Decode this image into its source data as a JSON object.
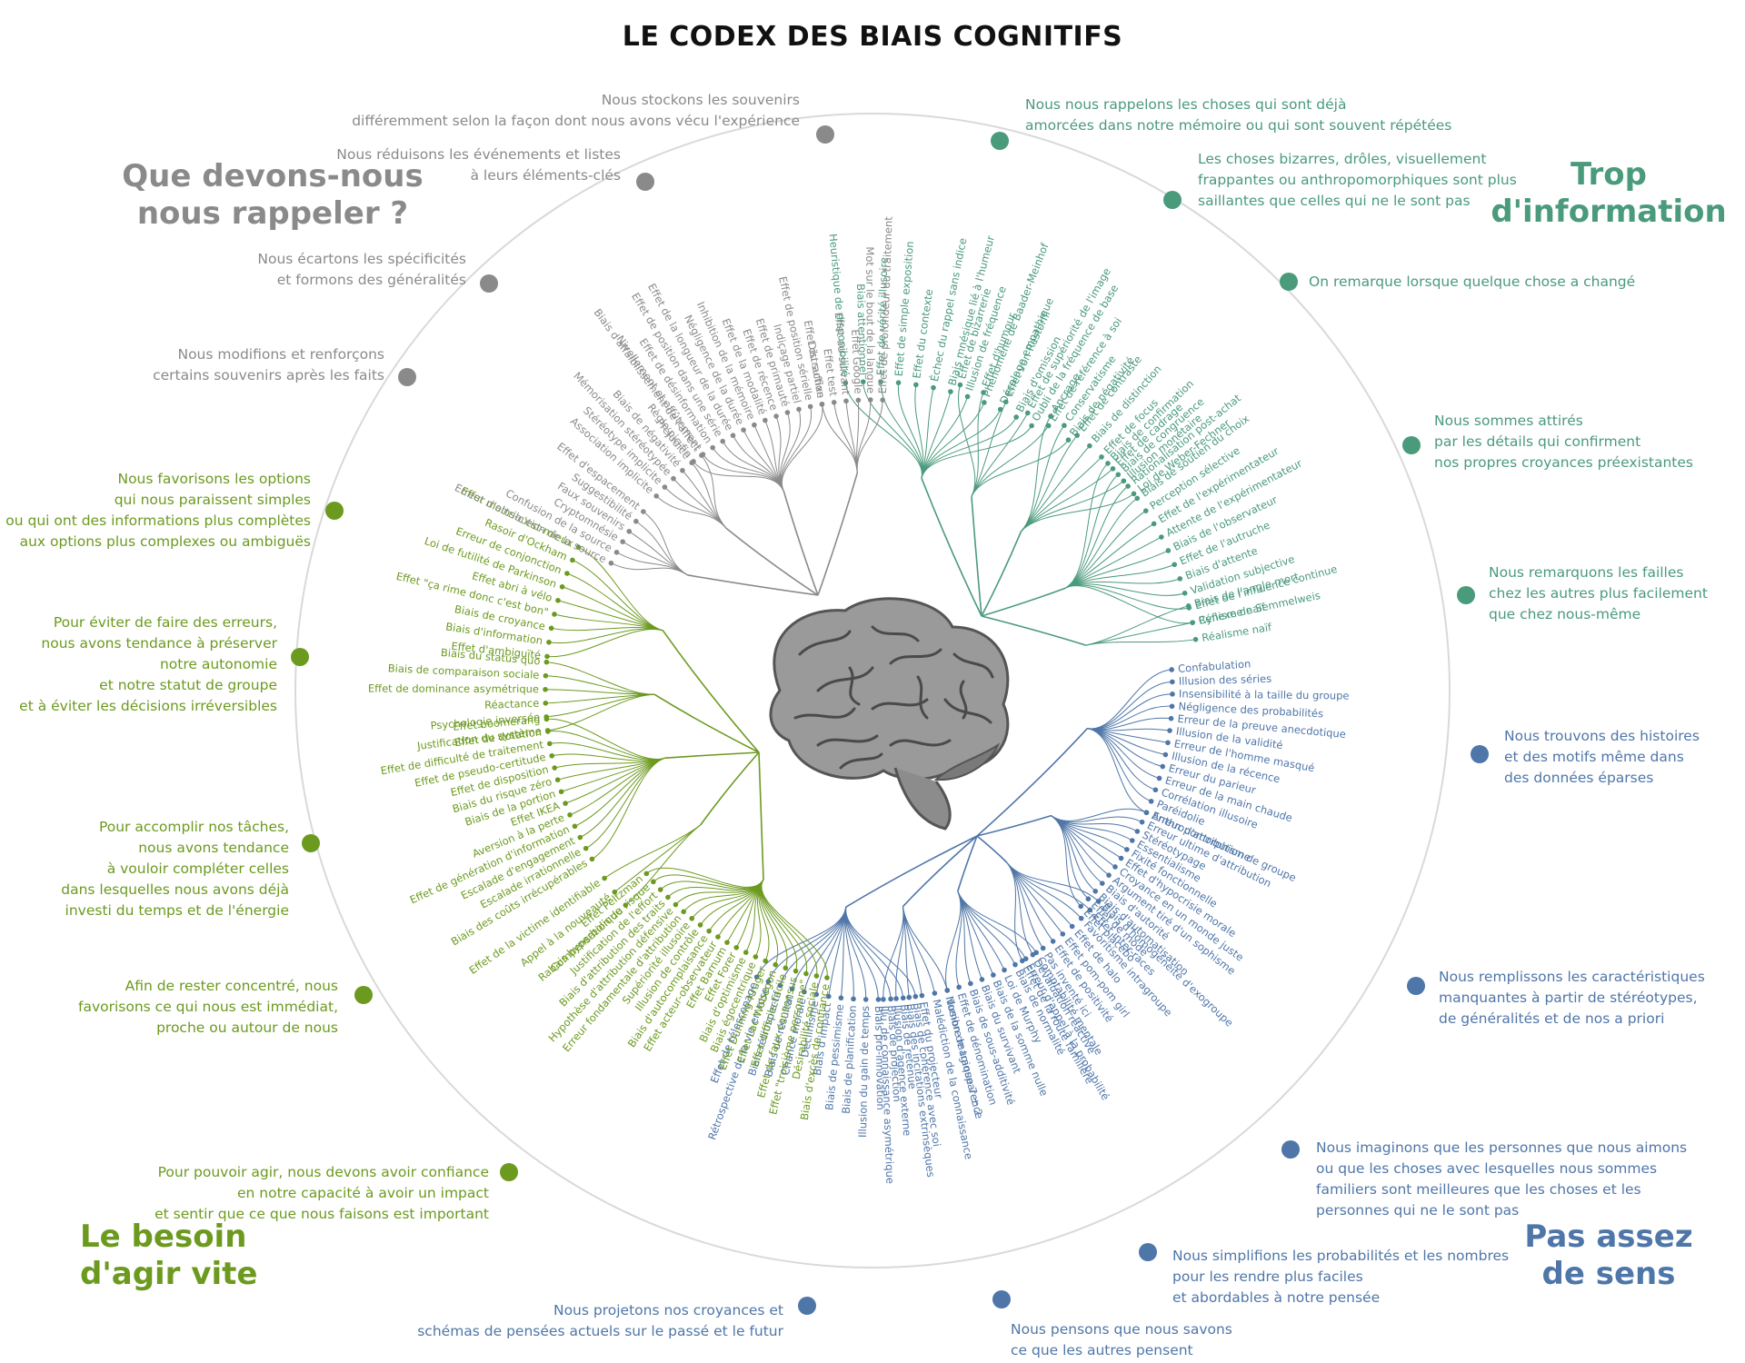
{
  "title": "LE CODEX DES BIAIS COGNITIFS",
  "colors": {
    "gray": "#8a8a8a",
    "teal": "#4a9a7c",
    "blue": "#4f76a8",
    "green": "#6c9a1f",
    "circle": "#d9d9d9"
  },
  "quadrants": [
    {
      "key": "gray",
      "title": [
        "Que devons-nous",
        "nous rappeler ?"
      ]
    },
    {
      "key": "teal",
      "title": [
        "Trop",
        "d'information"
      ]
    },
    {
      "key": "blue",
      "title": [
        "Pas assez",
        "de sens"
      ]
    },
    {
      "key": "green",
      "title": [
        "Le besoin",
        "d'agir vite"
      ]
    }
  ],
  "groups": [
    {
      "color": "teal",
      "lines": [
        "Nous nous rappelons les choses qui sont déjà",
        "amorcées dans notre mémoire ou qui sont souvent répétées"
      ],
      "items": [
        "Heuristique de disponibilité",
        "Biais attentionnel",
        "Effet de vérité illusoire",
        "Effet de simple exposition",
        "Effet du contexte",
        "Échec du rappel sans indice",
        "Biais mnésique lié à l'humeur",
        "Illusion de fréquence",
        "Phénomène de Baader-Meinhof",
        "Décalage empathique",
        "Biais d'omission",
        "Oubli de la fréquence de base"
      ]
    },
    {
      "color": "teal",
      "lines": [
        "Les choses bizarres, drôles, visuellement",
        "frappantes ou anthropomorphiques sont plus",
        "saillantes que celles qui ne le sont pas"
      ],
      "items": [
        "Effet de bizarrerie",
        "Effet d'humour",
        "Effet von Restorff",
        "Effet de supériorité de l'image",
        "Effet de référence à soi",
        "Biais de négativité"
      ]
    },
    {
      "color": "teal",
      "lines": [
        "On remarque lorsque quelque chose a changé"
      ],
      "items": [
        "Ancrage",
        "Conservatisme",
        "Effet de contraste",
        "Biais de distinction",
        "Effet de focus",
        "Effet de cadrage",
        "Illusion monétaire",
        "Loi de Weber-Fechner"
      ]
    },
    {
      "color": "teal",
      "lines": [
        "Nous sommes attirés",
        "par les détails qui confirment",
        "nos propres croyances préexistantes"
      ],
      "items": [
        "Biais de confirmation",
        "Biais de congruence",
        "Rationalisation post-achat",
        "Biais de soutien du choix",
        "Perception sélective",
        "Effet de l'expérimentateur",
        "Attente de l'expérimentateur",
        "Biais de l'observateur",
        "Effet de l'autruche",
        "Biais d'attente",
        "Validation subjective",
        "Effet de l'influence continue",
        "Réflexe de Semmelweis"
      ]
    },
    {
      "color": "teal",
      "lines": [
        "Nous remarquons les failles",
        "chez les autres plus facilement",
        "que chez nous-même"
      ],
      "items": [
        "Biais de l'angle mort",
        "Cynisme naïf",
        "Réalisme naïf"
      ]
    },
    {
      "color": "blue",
      "lines": [
        "Nous trouvons des histoires",
        "et des motifs même dans",
        "des données éparses"
      ],
      "items": [
        "Confabulation",
        "Illusion des séries",
        "Insensibilité à la taille du groupe",
        "Négligence des probabilités",
        "Erreur de la preuve anecdotique",
        "Illusion de la validité",
        "Erreur de l'homme masqué",
        "Illusion de la récence",
        "Erreur du parieur",
        "Erreur de la main chaude",
        "Corrélation illusoire",
        "Paréidolie",
        "Anthropomorphisme"
      ]
    },
    {
      "color": "blue",
      "lines": [
        "Nous remplissons les caractéristiques",
        "manquantes à partir de stéréotypes,",
        "de généralités et de nos a priori"
      ],
      "items": [
        "Erreur d'attribution de groupe",
        "Erreur ultime d'attribution",
        "Stéréotypage",
        "Essentialisme",
        "Fixité fonctionnelle",
        "Effet d'hypocrisie morale",
        "Croyance en un monde juste",
        "Argument tiré d'un sophisme",
        "Biais d'autorité",
        "Biais d'automatisation",
        "Effet de mode",
        "Effet placebo"
      ]
    },
    {
      "color": "blue",
      "lines": [
        "Nous imaginons que les personnes que nous aimons",
        "ou que les choses avec lesquelles nous sommes",
        "familiers sont meilleures que les choses et les",
        "personnes qui ne le sont pas"
      ],
      "items": [
        "Biais d'homogénéité d'exogroupe",
        "Effet inter-races",
        "Favoritisme intragroupe",
        "Effet de halo",
        "Effet pom-pom girl",
        "Effet de positivité",
        "Pas inventé ici",
        "Dévaluation réactive",
        "Effet de la route familière"
      ]
    },
    {
      "color": "blue",
      "lines": [
        "Nous simplifions les probabilités et les nombres",
        "pour les rendre plus faciles",
        "et abordables à notre pensée"
      ],
      "items": [
        "Comptabilité mentale",
        "Erreur d'appel à la probabilité",
        "Biais de normalité",
        "Loi de Murphy",
        "Biais de la somme nulle",
        "Biais du survivant",
        "Biais de sous-additivité",
        "Effet de dénomination",
        "Nombre magique 7 ± 2"
      ]
    },
    {
      "color": "blue",
      "lines": [
        "Nous pensons que nous savons",
        "ce que les autres pensent"
      ],
      "items": [
        "Illusion de transparence",
        "Malédiction de la connaissance",
        "Effet du projecteur",
        "Biais des incitations extrinsèques",
        "Illusion d'agence externe",
        "Illu. de connaissance asymétrique"
      ]
    },
    {
      "color": "blue",
      "lines": [
        "Nous projetons nos croyances et",
        "schémas de pensées actuels sur le passé et le futur"
      ],
      "items": [
        "Biais de cohérence avec soi",
        "Biais de retenue",
        "Biais de projection",
        "Biais pro-innovation",
        "Illusion du gain de temps",
        "Biais de planification",
        "Biais de pessimisme",
        "Biais d'impact",
        "Déclinisme",
        "Chance morale",
        "Biais de résultat",
        "Biais rétrospectif",
        "Rétrospective de la vie en rose",
        "Effet de télescopage"
      ]
    },
    {
      "color": "green",
      "lines": [
        "Pour pouvoir agir, nous devons avoir confiance",
        "en notre capacité à avoir un impact",
        "et sentir que ce que nous faisons est important"
      ],
      "items": [
        "Biais d'excès de confiance",
        "Désirabilité sociale",
        "Effet \"troisième personne\"",
        "Effet de faux consensus",
        "Effet difficile-facile",
        "Effet Lac Wobegon",
        "Effet Dunning-Kruger",
        "Biais égocentrique",
        "Biais d'optimisme",
        "Effet Forer",
        "Effet Barnum",
        "Effet acteur-observateur",
        "Biais d'autocomplaisance",
        "Illusion de contrôle",
        "Supériorité illusoire",
        "Erreur fondamentale d'attribution",
        "Hypothèse d'attribution défensive",
        "Biais d'attribution des traits",
        "Justification de l'effort",
        "Compensation du risque",
        "Effet Peltzman"
      ]
    },
    {
      "color": "green",
      "lines": [
        "Afin de rester concentré, nous",
        "favorisons ce qui nous est immédiat,",
        "proche ou autour de nous"
      ],
      "items": [
        "Rabais hyperbolique",
        "Appel à la nouveauté",
        "Effet de la victime identifiable"
      ]
    },
    {
      "color": "green",
      "lines": [
        "Pour accomplir nos tâches,",
        "nous avons tendance",
        "à vouloir compléter celles",
        "dans lesquelles nous avons déjà",
        "investi du temps et de l'énergie"
      ],
      "items": [
        "Biais des coûts irrécupérables",
        "Escalade irrationnelle",
        "Escalade d'engagement",
        "Effet de génération d'information",
        "Aversion à la perte",
        "Effet IKEA",
        "Biais de la portion",
        "Biais du risque zéro",
        "Effet de disposition",
        "Effet de pseudo-certitude",
        "Effet de difficulté de traitement",
        "Effet de dotation",
        "Effet boomerang"
      ]
    },
    {
      "color": "green",
      "lines": [
        "Pour éviter de faire des erreurs,",
        "nous avons tendance à préserver",
        "notre autonomie",
        "et notre statut de groupe",
        "et à éviter les décisions irréversibles"
      ],
      "items": [
        "Justification du système",
        "Psychologie inversée",
        "Réactance",
        "Effet de dominance asymétrique",
        "Biais de comparaison sociale",
        "Biais du status quo"
      ]
    },
    {
      "color": "green",
      "lines": [
        "Nous favorisons les options",
        "qui nous paraissent simples",
        "ou qui ont des informations plus complètes",
        "aux options plus complexes ou ambiguës"
      ],
      "items": [
        "Effet d'ambiguïté",
        "Biais d'information",
        "Biais de croyance",
        "Effet \"ça rime donc c'est bon\"",
        "Effet abri à vélo",
        "Loi de futilité de Parkinson",
        "Erreur de conjonction",
        "Rasoir d'Ockham",
        "Effet moins-c'est-mieux"
      ]
    },
    {
      "color": "gray",
      "lines": [
        "Nous modifions et renforçons",
        "certains souvenirs après les faits"
      ],
      "items": [
        "Erreur d'attribution de la source",
        "Confusion de la source",
        "Cryptomnésie",
        "Faux souvenirs",
        "Suggestibilité",
        "Effet d'espacement"
      ]
    },
    {
      "color": "gray",
      "lines": [
        "Nous écartons les spécificités",
        "et formons des généralités"
      ],
      "items": [
        "Association implicite",
        "Stéréotype implicite",
        "Mémorisation stéréotypée",
        "Biais de négativité",
        "Préjudice",
        "Biais d'affaiblissement de l'affect"
      ]
    },
    {
      "color": "gray",
      "lines": [
        "Nous réduisons les événements et listes",
        "à leurs éléments-clés"
      ],
      "items": [
        "Règle pic-fin",
        "Nivellement et affûtement",
        "Effet de désinformation",
        "Effet de position dans une série",
        "Effet de la longueur de la durée",
        "Négligence de la durée",
        "Inhibition de la mémoire",
        "Effet de la modalité",
        "Effet de récence",
        "Effet de primauté",
        "Indiçage partiel",
        "Effet de position sérielle",
        "Effet du suffixe"
      ]
    },
    {
      "color": "gray",
      "lines": [
        "Nous stockons les souvenirs",
        "différemment selon la façon dont nous avons vécu l'expérience"
      ],
      "items": [
        "Distraction",
        "Effet test",
        "Effet au-suivant",
        "Effet Google",
        "Mot sur le bout de la langue",
        "Effet de profondeur du traitement"
      ]
    }
  ]
}
